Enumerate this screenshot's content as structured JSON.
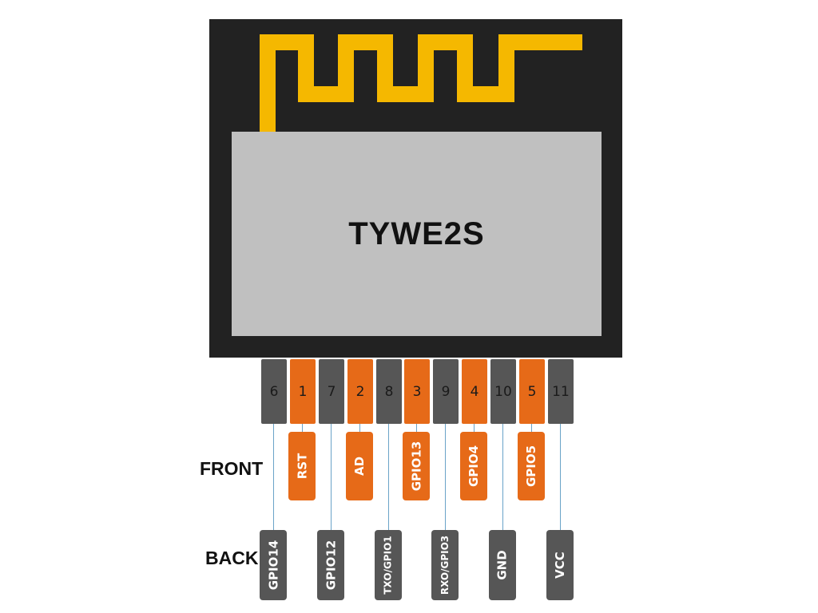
{
  "module": {
    "name": "TYWE2S",
    "colors": {
      "body": "#222222",
      "antenna": "#f5b800",
      "shield": "#c0c0c0"
    }
  },
  "row_labels": {
    "front": "FRONT",
    "back": "BACK"
  },
  "pins": [
    {
      "number": "6",
      "side": "back"
    },
    {
      "number": "1",
      "side": "front"
    },
    {
      "number": "7",
      "side": "back"
    },
    {
      "number": "2",
      "side": "front"
    },
    {
      "number": "8",
      "side": "back"
    },
    {
      "number": "3",
      "side": "front"
    },
    {
      "number": "9",
      "side": "back"
    },
    {
      "number": "4",
      "side": "front"
    },
    {
      "number": "10",
      "side": "back"
    },
    {
      "number": "5",
      "side": "front"
    },
    {
      "number": "11",
      "side": "back"
    }
  ],
  "front_labels": [
    "RST",
    "AD",
    "GPIO13",
    "GPIO4",
    "GPIO5"
  ],
  "back_labels": [
    "GPIO14",
    "GPIO12",
    "TXO/GPIO1",
    "RXO/GPIO3",
    "GND",
    "VCC"
  ],
  "colors": {
    "front": "#e66a18",
    "back": "#565656",
    "lead": "#6aa3c8"
  }
}
